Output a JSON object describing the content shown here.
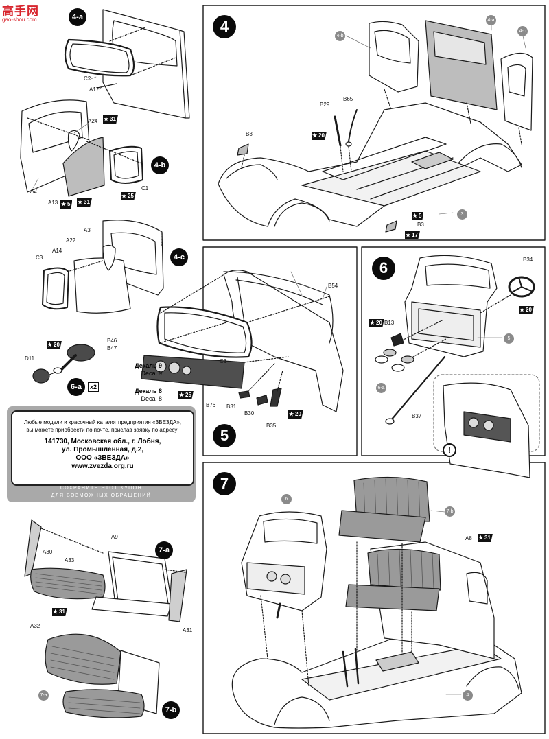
{
  "watermark": {
    "chars": "高手网",
    "url": "gao-shou.com"
  },
  "steps": {
    "s4": "4",
    "s5": "5",
    "s6": "6",
    "s7": "7"
  },
  "substeps": {
    "a4": "4-a",
    "b4": "4-b",
    "c4": "4-c",
    "a6": "6-a",
    "a7": "7-a",
    "b7": "7-b"
  },
  "labels": {
    "p4a_c2": "C2",
    "p4a_a17": "A17",
    "p4b_a24": "A24",
    "p4b_a2": "A2",
    "p4b_a13": "A13",
    "p4b_c1": "C1",
    "p4c_a3": "A3",
    "p4c_a22": "A22",
    "p4c_a14": "A14",
    "p4c_c3": "C3",
    "p6a_b46": "B46",
    "p6a_b47": "B47",
    "p6a_d11": "D11",
    "s4_b3a": "B3",
    "s4_b29": "B29",
    "s4_b65": "B65",
    "s4_b3b": "B3",
    "s5_b54": "B54",
    "s5_c6": "C6",
    "s5_b76": "B76",
    "s5_b31": "B31",
    "s5_b30": "B30",
    "s5_b35": "B35",
    "s6_b34": "B34",
    "s6_b13": "B13",
    "s6_b37": "B37",
    "p7a_a30": "A30",
    "p7a_a9": "A9",
    "p7a_a33": "A33",
    "p7a_a31": "A31",
    "p7a_a32": "A32",
    "s7_a8": "A8"
  },
  "refs": {
    "s4_4a": "4-a",
    "s4_4b": "4-b",
    "s4_4c": "4-c",
    "s4_3": "3",
    "s6_5": "5",
    "s6_6a": "6-a",
    "s7_6": "6",
    "s7_7b": "7-b",
    "s7_4": "4",
    "p7b_7a": "7-a"
  },
  "paint_flags": {
    "f31a": "31",
    "f5a": "5",
    "f31b": "31",
    "f25a": "25",
    "f20a": "20",
    "f20b": "20",
    "f5b": "5",
    "f17": "17",
    "f25b": "25",
    "f20c": "20",
    "f20d": "20",
    "f20e": "20",
    "f31c": "31",
    "f31d": "31"
  },
  "multiplier": "x2",
  "decals": {
    "ru9": "Декаль 9",
    "en9": "Decal 9",
    "ru8": "Декаль 8",
    "en8": "Decal 8"
  },
  "coupon": {
    "line1": "Любые модели и красочный каталог предприятия «ЗВЕЗДА»,",
    "line2": "вы можете приобрести по почте, прислав заявку по адресу:",
    "addr1": "141730, Московская обл., г. Лобня,",
    "addr2": "ул. Промышленная, д.2,",
    "addr3": "ООО «ЗВЕЗДА»",
    "web": "www.zvezda.org.ru",
    "note1": "СОХРАНИТЕ ЭТОТ КУПОН",
    "note2": "ДЛЯ ВОЗМОЖНЫХ ОБРАЩЕНИЙ"
  },
  "callout_mark": "!"
}
